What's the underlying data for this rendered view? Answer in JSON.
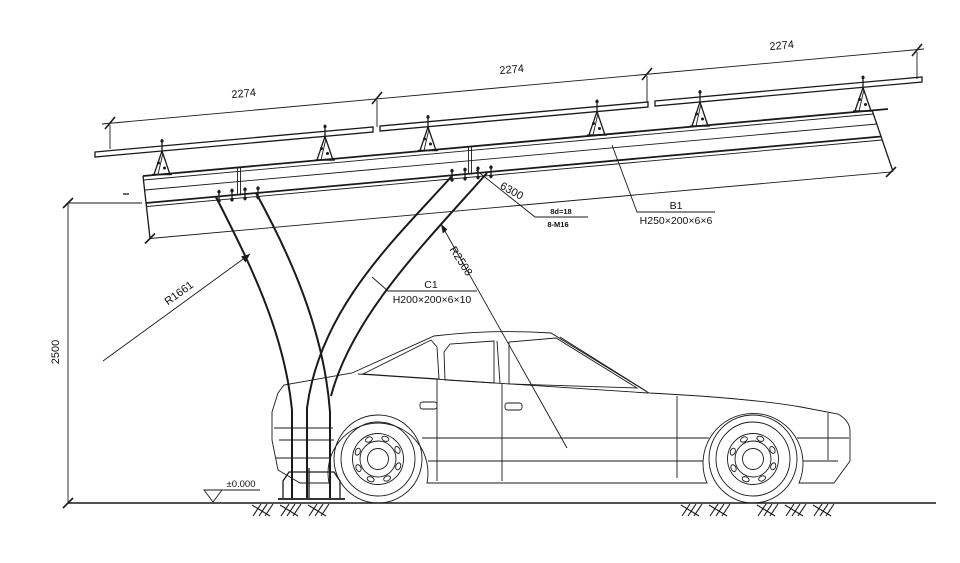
{
  "drawing": {
    "dimensions": {
      "top_spans": [
        "2274",
        "2274",
        "2274"
      ],
      "height": "2500",
      "beam_length": "6300"
    },
    "labels": {
      "beam": {
        "mark": "B1",
        "section": "H250×200×6×6"
      },
      "column": {
        "mark": "C1",
        "section": "H200×200×6×10"
      },
      "bolts": {
        "line1": "8d=18",
        "line2": "8-M16"
      },
      "radius_left": "R1661",
      "radius_right": "R2508",
      "level": "±0.000"
    },
    "colors": {
      "line": "#1a1a1a",
      "background": "#ffffff"
    }
  }
}
